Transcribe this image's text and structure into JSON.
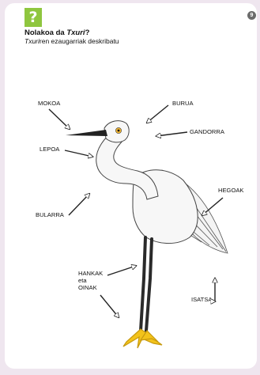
{
  "page": {
    "badge_symbol": "?",
    "page_number": "9",
    "title_prefix": "Nolakoa da ",
    "title_italic": "Txuri",
    "title_suffix": "?",
    "subtitle_italic": "Txuri",
    "subtitle_rest": "ren ezaugarriak deskribatu"
  },
  "labels": {
    "mokoa": "MOKOA",
    "burua": "BURUA",
    "gandorra": "GANDORRA",
    "lepoa": "LEPOA",
    "hegoak": "HEGOAK",
    "bularra": "BULARRA",
    "hankak_1": "HANKAK",
    "hankak_2": "eta",
    "hankak_3": "OINAK",
    "isatsa": "ISATSA"
  },
  "colors": {
    "badge": "#8fc63f",
    "beak": "#222222",
    "eye": "#f2b632",
    "feet": "#f3c31a",
    "legs": "#2a2a2a"
  }
}
